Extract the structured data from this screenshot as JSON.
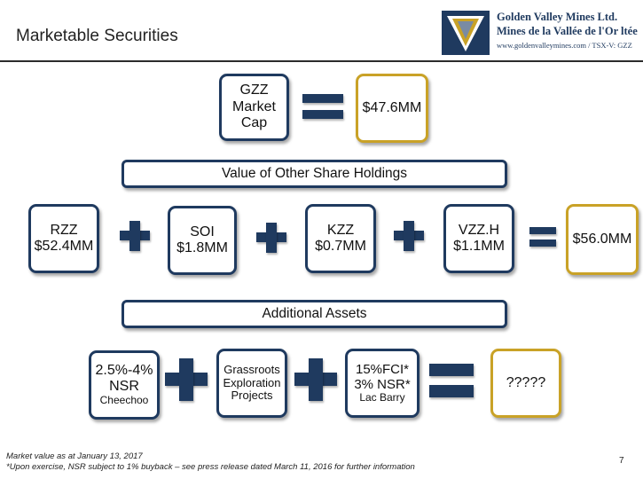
{
  "header": {
    "title": "Marketable Securities",
    "company_en": "Golden Valley Mines Ltd.",
    "company_fr": "Mines de la Vallée de l'Or ltée",
    "company_web": "www.goldenvalleymines.com / TSX-V: GZZ",
    "logo_icon": "golden-valley-logo-icon"
  },
  "row1": {
    "box_lines": [
      "GZZ",
      "Market",
      "Cap"
    ],
    "result": "$47.6MM"
  },
  "section1": {
    "label": "Value of Other Share Holdings"
  },
  "row2": {
    "items": [
      {
        "line1": "RZZ",
        "line2": "$52.4MM"
      },
      {
        "line1": "SOI",
        "line2": "$1.8MM"
      },
      {
        "line1": "KZZ",
        "line2": "$0.7MM"
      },
      {
        "line1": "VZZ.H",
        "line2": "$1.1MM"
      }
    ],
    "result": "$56.0MM"
  },
  "section2": {
    "label": "Additional Assets"
  },
  "row3": {
    "nsr": {
      "line1": "2.5%-4%",
      "line2": "NSR",
      "line3": "Cheechoo"
    },
    "grassroots": {
      "line1": "Grassroots",
      "line2": "Exploration",
      "line3": "Projects"
    },
    "fci": {
      "line1": "15%FCI*",
      "line2": "3% NSR*",
      "line3": "Lac Barry"
    },
    "result": "?????"
  },
  "footer": {
    "note1": "Market value as at January 13, 2017",
    "note2": "*Upon exercise, NSR subject to 1% buyback – see press release dated March 11, 2016 for further information",
    "page": "7"
  },
  "colors": {
    "navy": "#1f3a5f",
    "gold": "#c9a227",
    "rule": "#2b2b2b"
  }
}
